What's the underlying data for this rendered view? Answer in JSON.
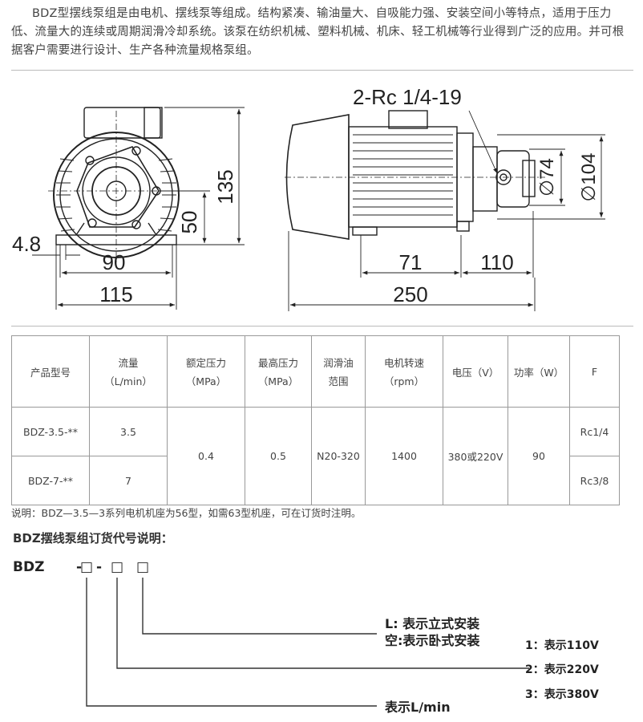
{
  "intro": "BDZ型摆线泵组是由电机、摆线泵等组成。结构紧凑、输油量大、自吸能力强、安装空间小等特点，适用于压力低、流量大的连续或周期润滑冷却系统。该泵在纺织机械、塑料机械、机床、轻工机械等行业得到广泛的应用。并可根据客户需要进行设计、生产各种流量规格泵组。",
  "drawing": {
    "port_label": "2-Rc 1/4-19",
    "dims_front": {
      "height": "135",
      "shaft": "50",
      "foot": "4.8",
      "base": "90",
      "width": "115"
    },
    "dims_side": {
      "d1": "71",
      "d2": "110",
      "length": "250",
      "dia_small": "∅74",
      "dia_large": "∅104"
    }
  },
  "table": {
    "headers": [
      {
        "main": "产品型号",
        "sub": ""
      },
      {
        "main": "流量",
        "sub": "（L/min）"
      },
      {
        "main": "额定压力",
        "sub": "（MPa）"
      },
      {
        "main": "最高压力",
        "sub": "（MPa）"
      },
      {
        "main": "润滑油",
        "sub": "范围"
      },
      {
        "main": "电机转速",
        "sub": "（rpm）"
      },
      {
        "main": "电压（V）",
        "sub": ""
      },
      {
        "main": "功率（W）",
        "sub": ""
      },
      {
        "main": "F",
        "sub": ""
      }
    ],
    "rows": [
      {
        "model": "BDZ-3.5-**",
        "flow": "3.5",
        "f": "Rc1/4"
      },
      {
        "model": "BDZ-7-**",
        "flow": "7",
        "f": "Rc3/8"
      }
    ],
    "shared": {
      "rated_pressure": "0.4",
      "max_pressure": "0.5",
      "oil_range": "N20-320",
      "speed": "1400",
      "voltage": "380或220V",
      "power": "90"
    }
  },
  "note": "说明：BDZ—3.5—3系列电机机座为56型，如需63型机座，可在订货时注明。",
  "order": {
    "title": "BDZ摆线泵组订货代号说明：",
    "code_prefix": "BDZ",
    "dash1": "-",
    "dash2": "-",
    "box1": "□",
    "box2": "□",
    "box3": "□",
    "mount_l": "L: 表示立式安装",
    "mount_blank": "空:表示卧式安装",
    "flow_label": "表示L/min",
    "v1": "1：表示110V",
    "v2": "2：表示220V",
    "v3": "3：表示380V"
  }
}
